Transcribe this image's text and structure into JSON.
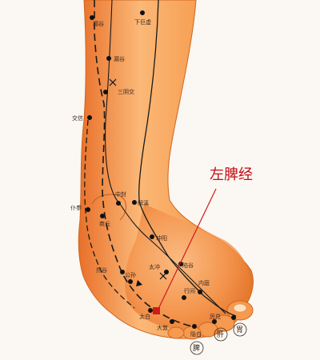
{
  "callout": {
    "title": "左脾经",
    "color": "#d11a1a"
  },
  "points": {
    "xiajuxu": "下巨虚",
    "lougu": "漏谷",
    "sanyinjiao": "三阴交",
    "jiaoxin": "交信",
    "zhongfeng": "中封",
    "jiexi": "解溪",
    "pushen": "仆参",
    "shangqiu": "商丘",
    "chongyang": "冲阳",
    "taichong": "太冲",
    "xiangu": "陷谷",
    "neiting": "内庭",
    "xingjian": "行间",
    "rangu": "然谷",
    "gongsun": "公孙",
    "taibai": "太白",
    "dadun": "大敦",
    "lidui": "厉兑",
    "yinbai": "隐白",
    "top_left": "漏谷"
  },
  "meridian_circles": [
    "脾",
    "肝",
    "胃"
  ],
  "colors": {
    "skin": "#f08a3e",
    "skin_light": "#fbc48b",
    "skin_dark": "#d9651f",
    "line": "#1a1a1a"
  }
}
